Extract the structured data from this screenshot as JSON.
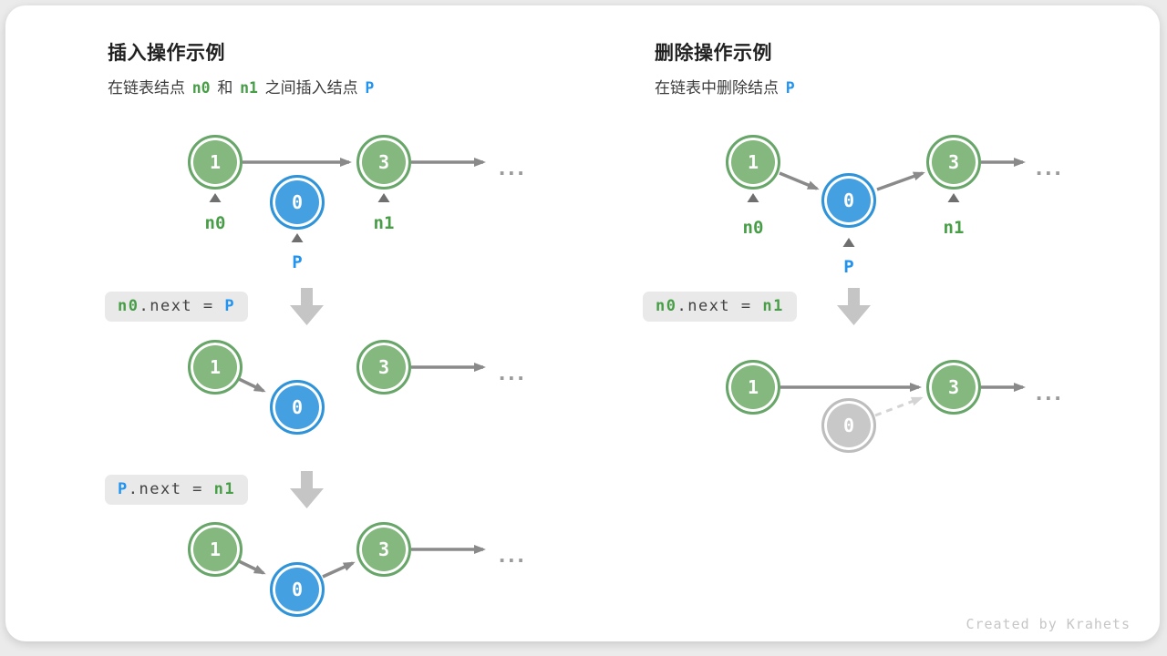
{
  "colors": {
    "page_bg": "#EBEBEB",
    "card_bg": "#FFFFFF",
    "green_fill": "#84B87E",
    "green_border": "#67A568",
    "blue_fill": "#45A0E2",
    "blue_border": "#2E93D8",
    "gray_fill": "#C8C8C8",
    "gray_border": "#BDBDBD",
    "arrow": "#8A8A8A",
    "arrow_light": "#D4D4D4",
    "caret": "#6F6F6F",
    "token_green": "#479E47",
    "token_blue": "#2293EE",
    "code_bg": "#E9E9E9",
    "code_text": "#424242",
    "block_arrow": "#C5C5C5",
    "dots": "#9B9B9B",
    "title": "#212121",
    "subtitle": "#3C3C3C",
    "footer": "#C6C6C6"
  },
  "nodes": {
    "first": "1",
    "inserted": "0",
    "second": "3"
  },
  "labels": {
    "n0": "n0",
    "n1": "n1",
    "p": "P"
  },
  "ellipsis": "...",
  "left": {
    "title": "插入操作示例",
    "subtitle": [
      {
        "t": "在链表结点 "
      },
      {
        "t": "n0"
      },
      {
        "t": " 和 "
      },
      {
        "t": "n1"
      },
      {
        "t": " 之间插入结点 "
      },
      {
        "t": "P"
      }
    ],
    "code1": [
      {
        "t": "n0"
      },
      {
        "t": ".next = "
      },
      {
        "t": "P"
      }
    ],
    "code2": [
      {
        "t": "P"
      },
      {
        "t": ".next = "
      },
      {
        "t": "n1"
      }
    ]
  },
  "right": {
    "title": "删除操作示例",
    "subtitle": [
      {
        "t": "在链表中删除结点 "
      },
      {
        "t": "P"
      }
    ],
    "code1": [
      {
        "t": "n0"
      },
      {
        "t": ".next = "
      },
      {
        "t": "n1"
      }
    ]
  },
  "footer": "Created by Krahets"
}
